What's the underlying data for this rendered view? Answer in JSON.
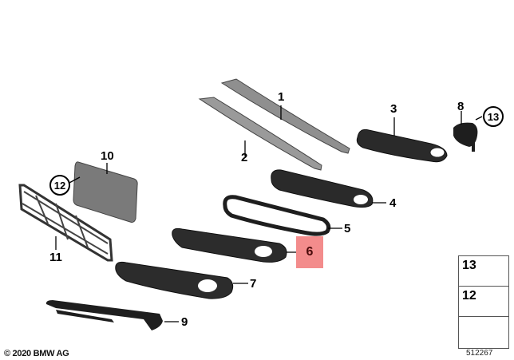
{
  "diagram": {
    "title": "Front bumper trims and grilles exploded view",
    "highlight_color": "#f38c8c",
    "parts": [
      {
        "number": "1",
        "name": "trim-strip-upper"
      },
      {
        "number": "2",
        "name": "trim-strip-lower"
      },
      {
        "number": "3",
        "name": "grille-right-outer"
      },
      {
        "number": "4",
        "name": "fog-light-frame-upper"
      },
      {
        "number": "5",
        "name": "fog-light-trim-ring"
      },
      {
        "number": "6",
        "name": "fog-light-grille",
        "highlighted": true
      },
      {
        "number": "7",
        "name": "fog-light-grille-lower"
      },
      {
        "number": "8",
        "name": "towing-eye-cover"
      },
      {
        "number": "9",
        "name": "lower-trim-strip"
      },
      {
        "number": "10",
        "name": "license-plate-base"
      },
      {
        "number": "11",
        "name": "license-plate-bracket"
      },
      {
        "number": "12",
        "name": "screw-ref"
      },
      {
        "number": "13",
        "name": "nut-ref"
      }
    ],
    "callouts": {
      "c1": "1",
      "c2": "2",
      "c3": "3",
      "c4": "4",
      "c5": "5",
      "c6": "6",
      "c7": "7",
      "c8": "8",
      "c9": "9",
      "c10": "10",
      "c11": "11",
      "c12_circled": "12",
      "c13_circled": "13"
    }
  },
  "legend": {
    "items": [
      {
        "number": "13",
        "icon": "nut-icon"
      },
      {
        "number": "12",
        "icon": "screw-icon"
      },
      {
        "number": "",
        "icon": "direction-arrow-icon"
      }
    ]
  },
  "footer": {
    "copyright": "© 2020 BMW AG",
    "document_number": "512267"
  }
}
